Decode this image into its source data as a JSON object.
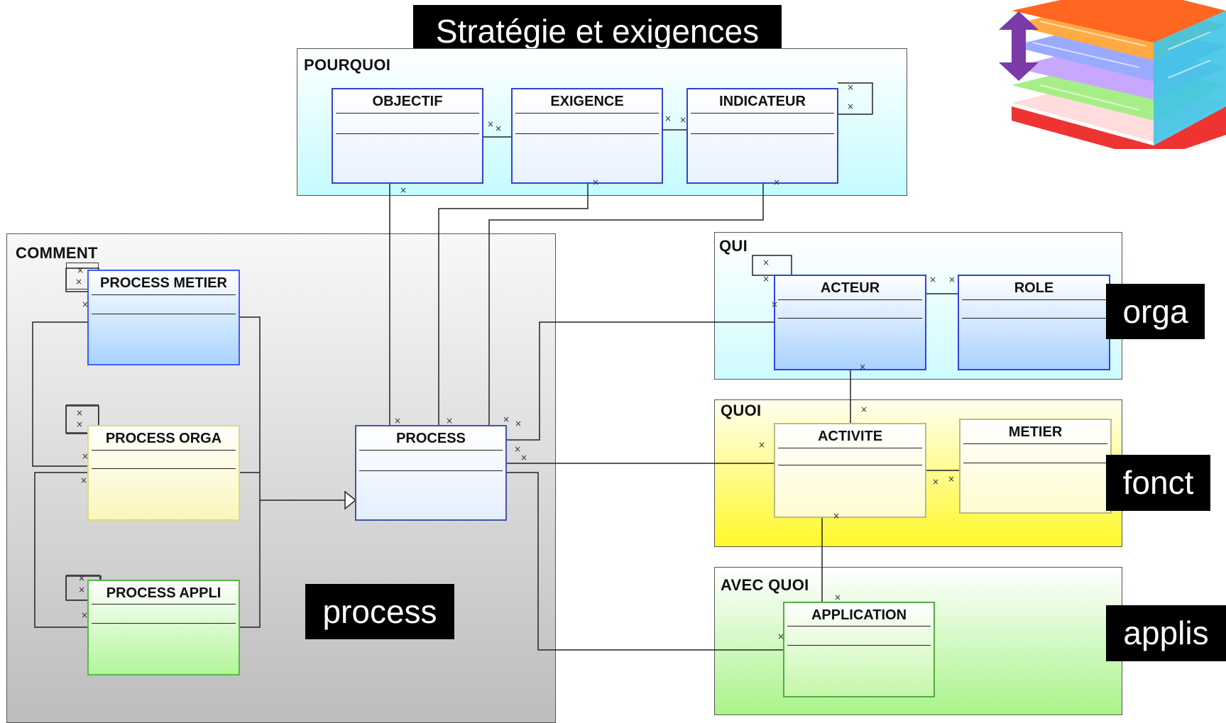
{
  "title": "Stratégie et exigences",
  "packages": {
    "pourquoi": "POURQUOI",
    "comment": "COMMENT",
    "qui": "QUI",
    "quoi": "QUOI",
    "avec_quoi": "AVEC QUOI"
  },
  "classes": {
    "objectif": "OBJECTIF",
    "exigence": "EXIGENCE",
    "indicateur": "INDICATEUR",
    "process_metier": "PROCESS METIER",
    "process_orga": "PROCESS ORGA",
    "process_appli": "PROCESS APPLI",
    "process": "PROCESS",
    "acteur": "ACTEUR",
    "role": "ROLE",
    "activite": "ACTIVITE",
    "metier": "METIER",
    "application": "APPLICATION"
  },
  "captions": {
    "process": "process",
    "orga": "orga",
    "fonct": "fonct",
    "applis": "applis"
  },
  "colors": {
    "cyan_bg": "#dffcff",
    "grey_bg": "#d0d0d0",
    "yellow_bg": "#fffb33",
    "green_bg": "#b8f59a",
    "class_border_blue": "#3344cc",
    "purple_arrow": "#7a3aa8"
  },
  "icons": [
    "vertical-double-arrow-icon",
    "layered-cube-icon"
  ]
}
